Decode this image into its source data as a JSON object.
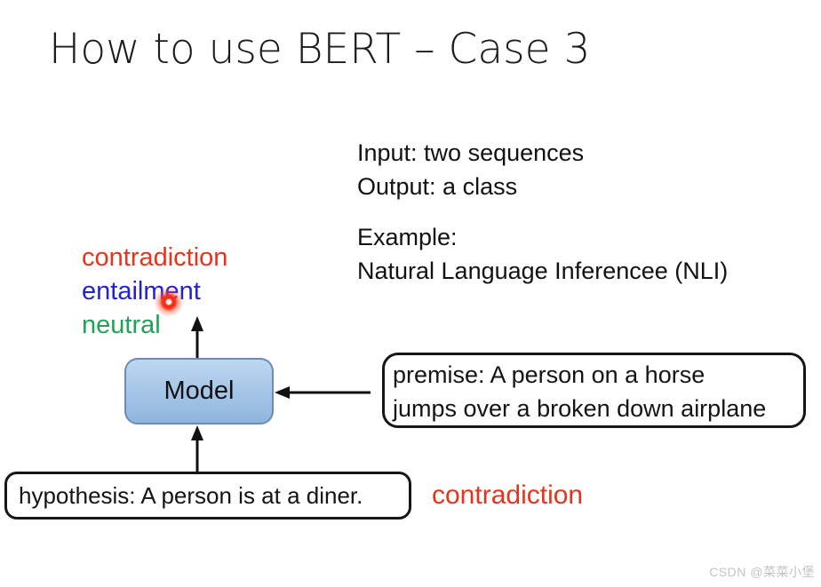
{
  "slide": {
    "title": "How to use BERT – Case 3",
    "task": {
      "input_line": "Input: two sequences",
      "output_line": "Output: a class",
      "example_heading": "Example:",
      "example_name": "Natural Language Inferencee (NLI)"
    },
    "output_classes": [
      {
        "label": "contradiction",
        "color": "#e8331c"
      },
      {
        "label": "entailment",
        "color": "#2323cc"
      },
      {
        "label": "neutral",
        "color": "#1fa356"
      }
    ],
    "model": {
      "label": "Model"
    },
    "premise": {
      "line1": "premise: A person on a horse",
      "line2": "jumps over a broken down airplane"
    },
    "hypothesis": {
      "text": "hypothesis: A person is at a diner."
    },
    "prediction": {
      "label": "contradiction",
      "color": "#e8331c"
    },
    "watermark": "CSDN @菜菜小堡",
    "colors": {
      "model_border": "#6a8cba",
      "model_fill_top": "#bdd7f0",
      "model_fill_bottom": "#8fb5de",
      "arrow": "#111111",
      "laser_dot": "#ff2a12"
    }
  }
}
